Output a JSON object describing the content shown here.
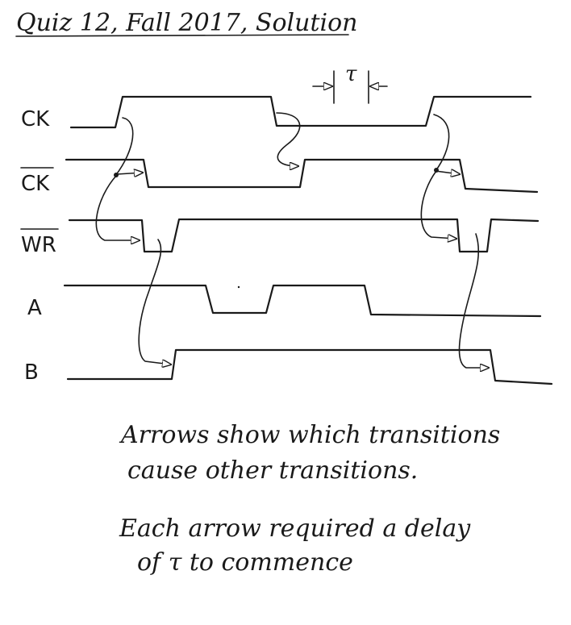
{
  "title": "Quiz 12, Fall 2017, Solution",
  "tau_label": "τ",
  "signals": [
    {
      "id": "ck",
      "label": "CK",
      "overbar": false
    },
    {
      "id": "ck_bar",
      "label": "CK",
      "overbar": true
    },
    {
      "id": "wr_bar",
      "label": "WR",
      "overbar": true
    },
    {
      "id": "a",
      "label": "A",
      "overbar": false
    },
    {
      "id": "b",
      "label": "B",
      "overbar": false
    }
  ],
  "notes": {
    "line1": "Arrows show which transitions",
    "line2": "cause other transitions.",
    "line3": "Each arrow required a delay",
    "line4": "of τ to commence"
  }
}
